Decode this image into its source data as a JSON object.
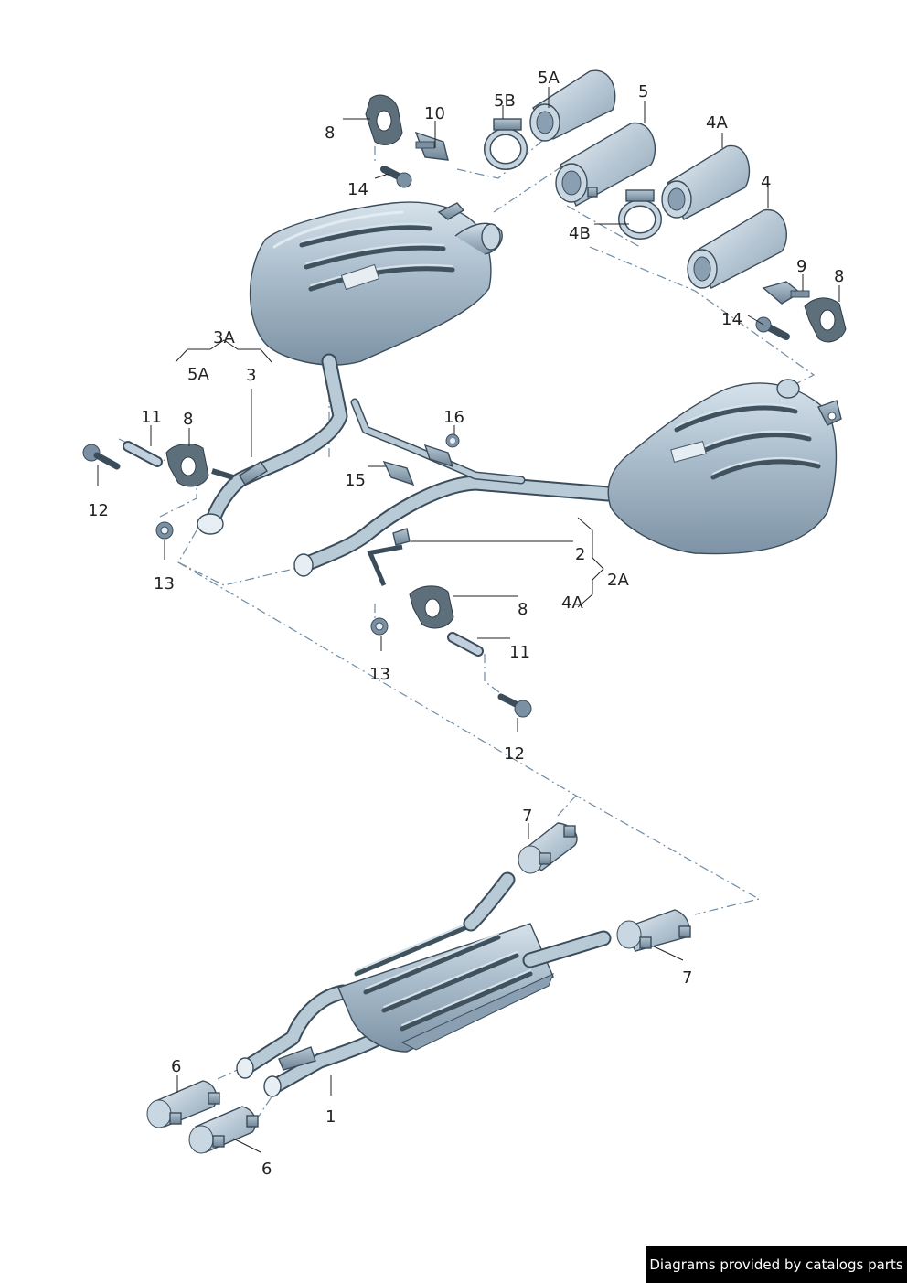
{
  "callouts": {
    "c5A_top": "5A",
    "c5_top": "5",
    "c5B": "5B",
    "c10": "10",
    "c8_top": "8",
    "c14_top": "14",
    "c4A_top": "4A",
    "c4_top": "4",
    "c4B": "4B",
    "c9": "9",
    "c8_right": "8",
    "c14_right": "14",
    "c3A": "3A",
    "c5A_mid": "5A",
    "c3": "3",
    "c11_left": "11",
    "c8_left": "8",
    "c12_left": "12",
    "c13_left": "13",
    "c16": "16",
    "c15": "15",
    "c2": "2",
    "c2A": "2A",
    "c4A_mid": "4A",
    "c8_mid": "8",
    "c11_mid": "11",
    "c13_mid": "13",
    "c12_mid": "12",
    "c7_top": "7",
    "c7_right": "7",
    "c6_top": "6",
    "c1": "1",
    "c6_bottom": "6"
  },
  "credit": "Diagrams provided by catalogs parts"
}
